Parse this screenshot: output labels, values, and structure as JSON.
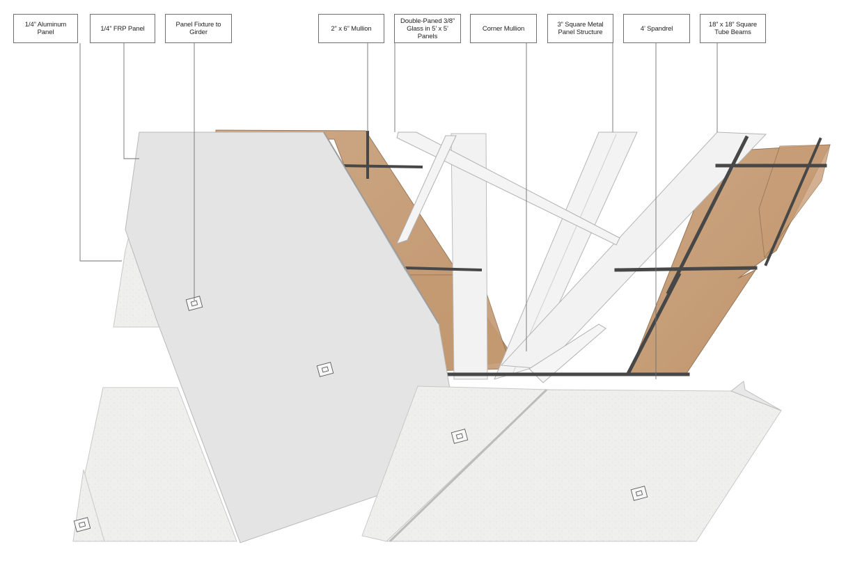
{
  "labels": [
    {
      "id": "aluminum_panel",
      "text": "1/4” Aluminum Panel"
    },
    {
      "id": "frp_panel",
      "text": "1/4” FRP Panel"
    },
    {
      "id": "panel_fixture",
      "text": "Panel Fixture to Girder"
    },
    {
      "id": "mullion",
      "text": "2” x 6” Mullion"
    },
    {
      "id": "double_glass",
      "text": "Double-Paned 3/8”\nGlass in 5’ x 5’ Panels"
    },
    {
      "id": "corner_mullion",
      "text": "Corner Mullion"
    },
    {
      "id": "metal_structure",
      "text": "3” Square Metal\nPanel Structure"
    },
    {
      "id": "spandrel",
      "text": "4’ Spandrel"
    },
    {
      "id": "tube_beams",
      "text": "18” x 18” Square\nTube Beams"
    }
  ],
  "colors": {
    "panel_light": "#f1f0ee",
    "panel_face": "#e3e3e3",
    "panel_edge": "#c9c9c9",
    "glass": "#c99d72",
    "glass_dark": "#b4895f",
    "mullion": "#4a4a4a",
    "beam": "#f4f4f4",
    "leader": "#6f6f6f"
  }
}
